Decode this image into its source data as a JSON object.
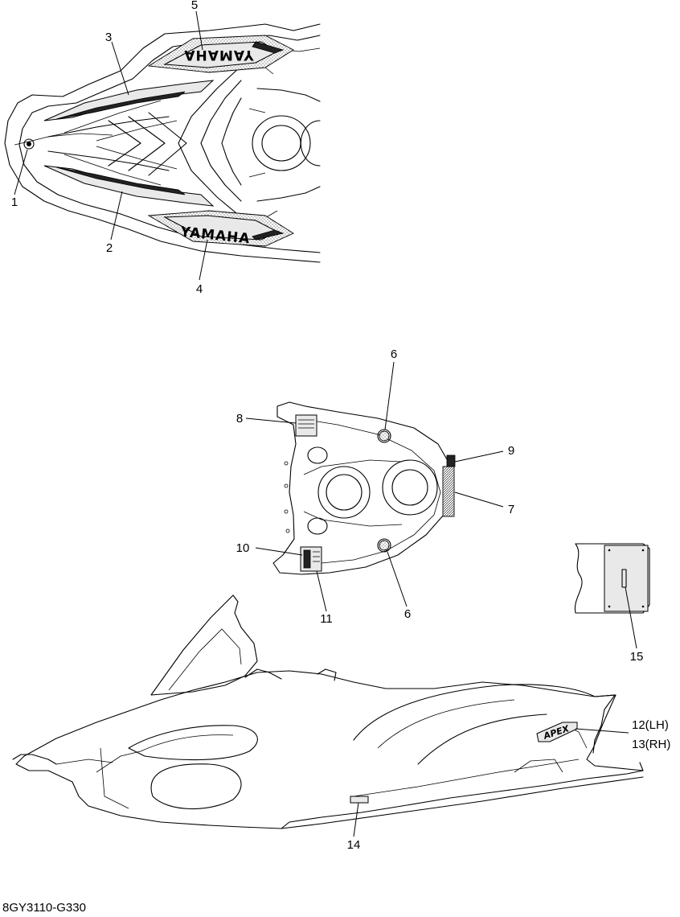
{
  "brand_text": "YAMAHA",
  "model_badge": "APEX",
  "drawing_code": "8GY3110-G330",
  "callouts": {
    "c1": "1",
    "c2": "2",
    "c3": "3",
    "c4": "4",
    "c5": "5",
    "c6a": "6",
    "c6b": "6",
    "c7": "7",
    "c8": "8",
    "c9": "9",
    "c10": "10",
    "c11": "11",
    "c12": "12(LH)",
    "c13": "13(RH)",
    "c14": "14",
    "c15": "15"
  }
}
